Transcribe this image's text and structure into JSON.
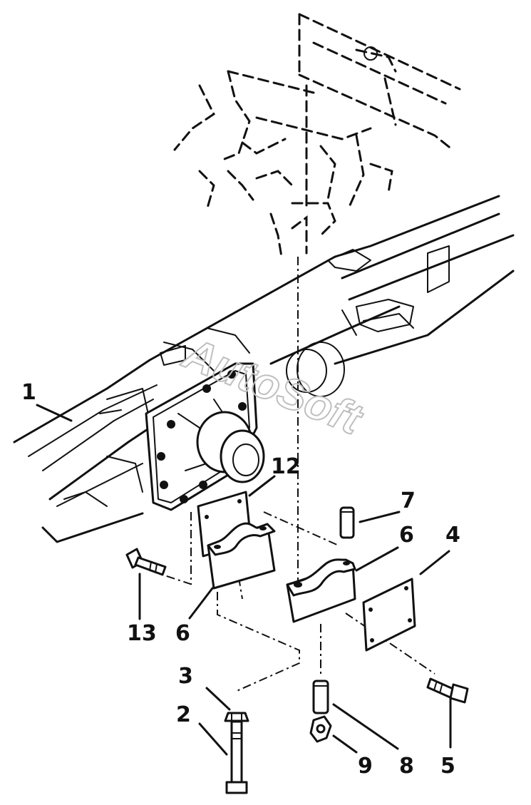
{
  "watermark": "AutoSoft",
  "callouts": [
    "1",
    "2",
    "3",
    "4",
    "5",
    "6",
    "6",
    "7",
    "8",
    "9",
    "12",
    "13"
  ]
}
